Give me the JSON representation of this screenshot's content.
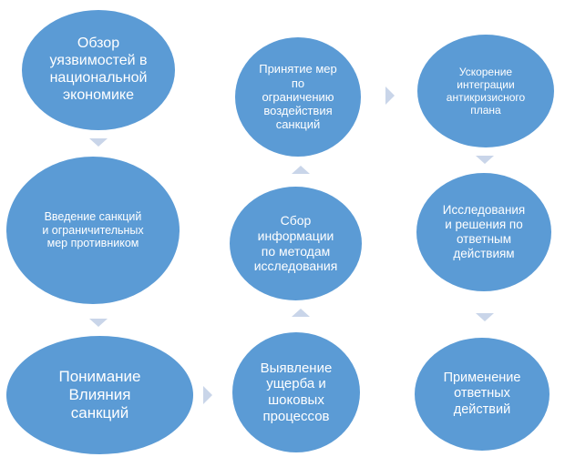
{
  "colors": {
    "node_fill": "#5b9bd5",
    "arrow": "#c9d5e9",
    "text": "#ffffff"
  },
  "nodes": {
    "n1": "Обзор\nуязвимостей в\nнациональной\nэкономике",
    "n2": "Введение санкций\nи ограничительных\nмер противником",
    "n3": "Понимание\nВлияния\nсанкций",
    "n4": "Выявление\nущерба и\nшоковых\nпроцессов",
    "n5": "Сбор\nинформации\nпо методам\nисследования",
    "n6": "Принятие мер\nпо\nограничению\nвоздействия\nсанкций",
    "n7": "Ускорение\nинтеграции\nантикризисного\nплана",
    "n8": "Исследования\nи решения по\nответным\nдействиям",
    "n9": "Применение\nответных\nдействий"
  }
}
